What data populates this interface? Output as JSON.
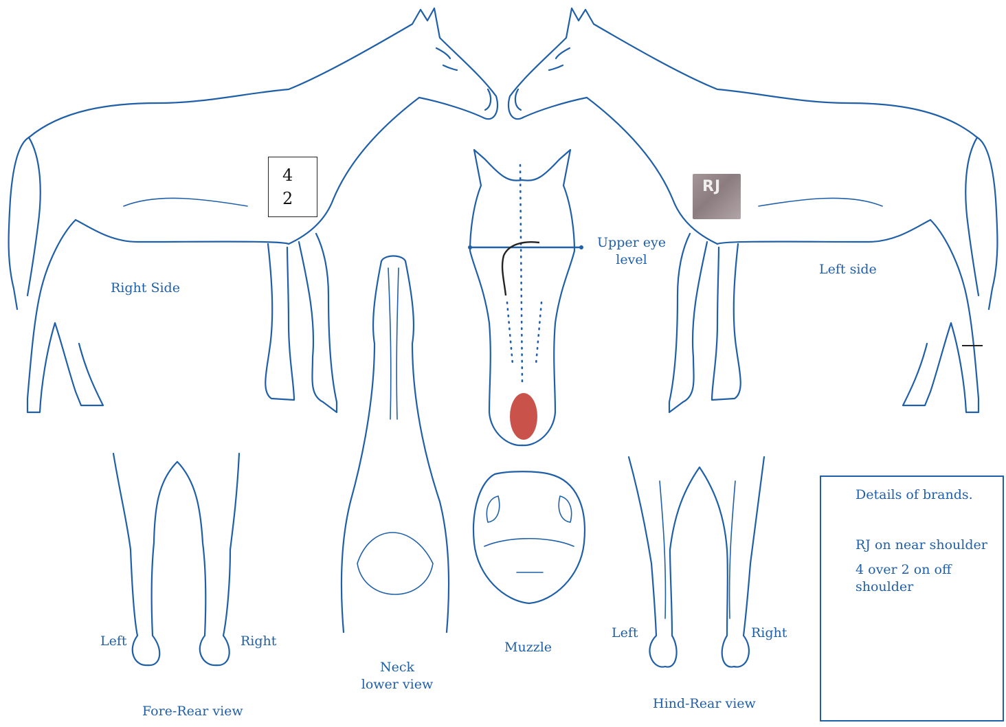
{
  "labels": {
    "right_side": "Right Side",
    "left_side": "Left side",
    "upper_eye_line1": "Upper eye",
    "upper_eye_line2": "level",
    "neck_line1": "Neck",
    "neck_line2": "lower view",
    "muzzle": "Muzzle",
    "fore_rear_view": "Fore-Rear view",
    "fore_left": "Left",
    "fore_right": "Right",
    "hind_rear_view": "Hind-Rear view",
    "hind_left": "Left",
    "hind_right": "Right"
  },
  "brand_box": {
    "top": "4",
    "bottom": "2"
  },
  "rj_brand": "RJ",
  "details": {
    "heading": "Details of brands.",
    "line1": "RJ on near shoulder",
    "line2a": "4 over 2 on off",
    "line2b": "shoulder"
  },
  "colors": {
    "outline": "#1f5fa8",
    "muzzle_mark": "#c9534a",
    "rj_patch": "#958789"
  }
}
